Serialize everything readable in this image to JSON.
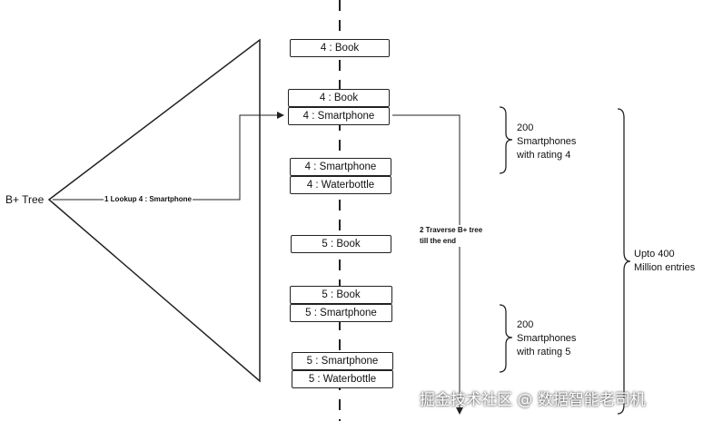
{
  "btree": {
    "label": "B+ Tree",
    "lookup_label": "1 Lookup 4 : Smartphone",
    "traverse_label_line1": "2 Traverse B+ tree",
    "traverse_label_line2": "till the end"
  },
  "pages": [
    [
      "4 : Book"
    ],
    [
      "4 : Book",
      "4 : Smartphone"
    ],
    [
      "4 : Smartphone",
      "4 : Waterbottle"
    ],
    [
      "5 : Book"
    ],
    [
      "5 : Book",
      "5 : Smartphone"
    ],
    [
      "5 : Smartphone",
      "5 : Waterbottle"
    ]
  ],
  "notes": {
    "rating4": [
      "200",
      "Smartphones",
      "with rating 4"
    ],
    "rating5": [
      "200",
      "Smartphones",
      "with rating 5"
    ],
    "total": [
      "Upto 400",
      "Million entries"
    ]
  },
  "watermark": "掘金技术社区 @ 数据智能老司机",
  "colors": {
    "stroke": "#222222",
    "background": "#ffffff"
  }
}
